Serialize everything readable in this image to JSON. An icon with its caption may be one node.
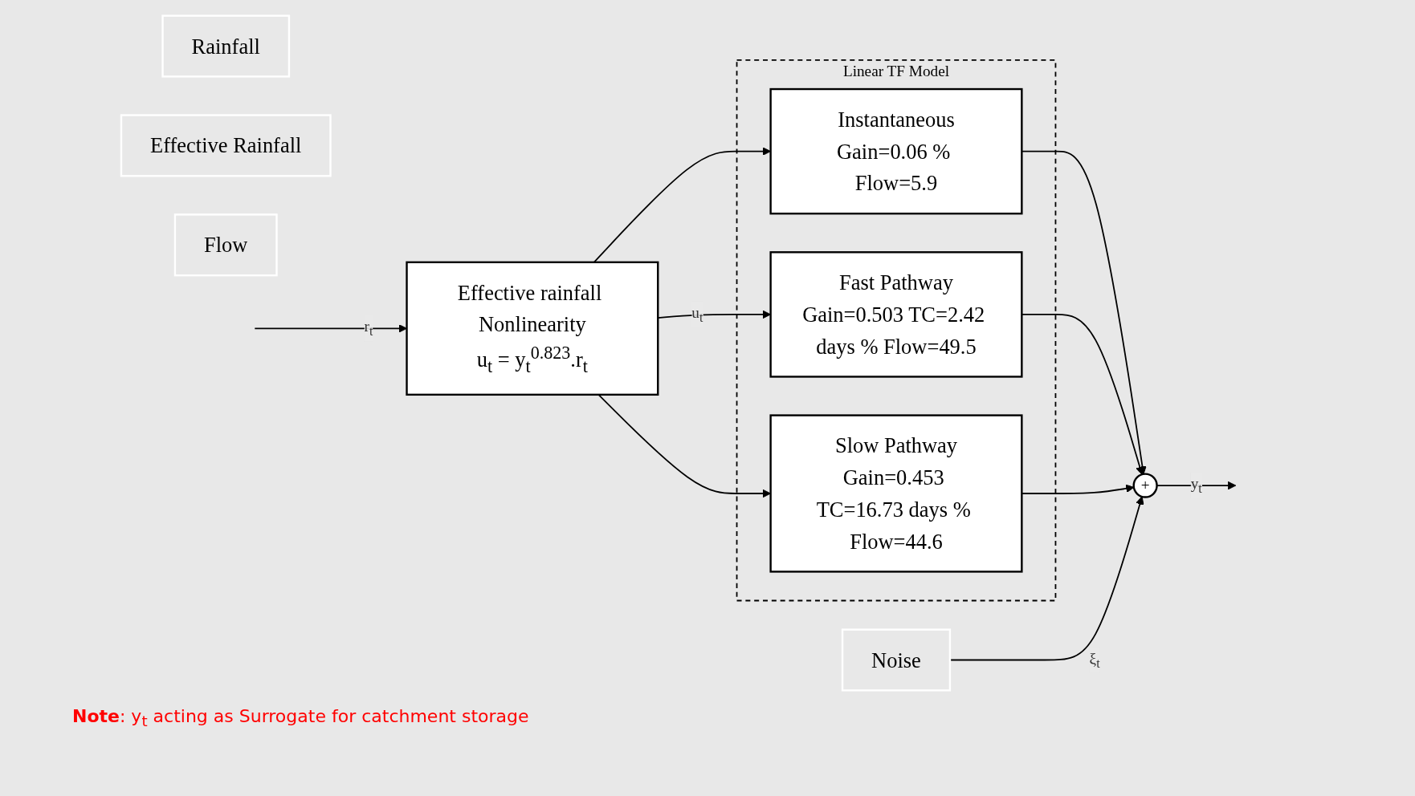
{
  "diagram": {
    "nodes": [
      {
        "text": [
          "Rainfall"
        ]
      },
      {
        "text": [
          "Effective rainfall Nonlinearity",
          "u$_{t}$ = y$_{t}$$^{0.823}$.r$_{t}$"
        ]
      },
      {
        "text": [
          "Effective Rainfall"
        ]
      },
      {
        "text": [
          "Linear TF Model"
        ]
      },
      {
        "text": [
          "Instantaneous",
          "Gain=0.06 % Flow=5.9"
        ],
        "in": 3
      },
      {
        "text": [
          "Fast Pathway",
          "Gain=0.503 TC=2.42 days % Flow=49.5"
        ],
        "in": 3
      },
      {
        "text": [
          "Slow Pathway",
          "Gain=0.453 TC=16.73 days % Flow=44.6"
        ],
        "in": 3
      },
      {
        "text": [
          "Noise"
        ]
      },
      {
        "text": [
          "Flow"
        ]
      },
      {
        "text": [
          "+"
        ]
      }
    ],
    "edges": [
      {
        "from": null,
        "to": 1,
        "arrow": "to",
        "label": "r$_{t}$"
      },
      {
        "from": 1,
        "to": 4,
        "arrow": "to"
      },
      {
        "from": 1,
        "to": 5,
        "arrow": "to",
        "label": "u$_{t}$"
      },
      {
        "from": 1,
        "to": 6,
        "arrow": "to"
      },
      {
        "from": 4,
        "to": 9,
        "arrow": "to"
      },
      {
        "from": 5,
        "to": 9,
        "arrow": "to"
      },
      {
        "from": 6,
        "to": 9,
        "arrow": "to"
      },
      {
        "from": 7,
        "to": 9,
        "arrow": "to",
        "label": "ξ$_{t}$"
      },
      {
        "from": 9,
        "to": null,
        "arrow": "to",
        "label": "y$_{t}$"
      }
    ],
    "labels": [
      "**Note**: y$_{t}$ acting as Surrogate for catchment storage"
    ]
  }
}
